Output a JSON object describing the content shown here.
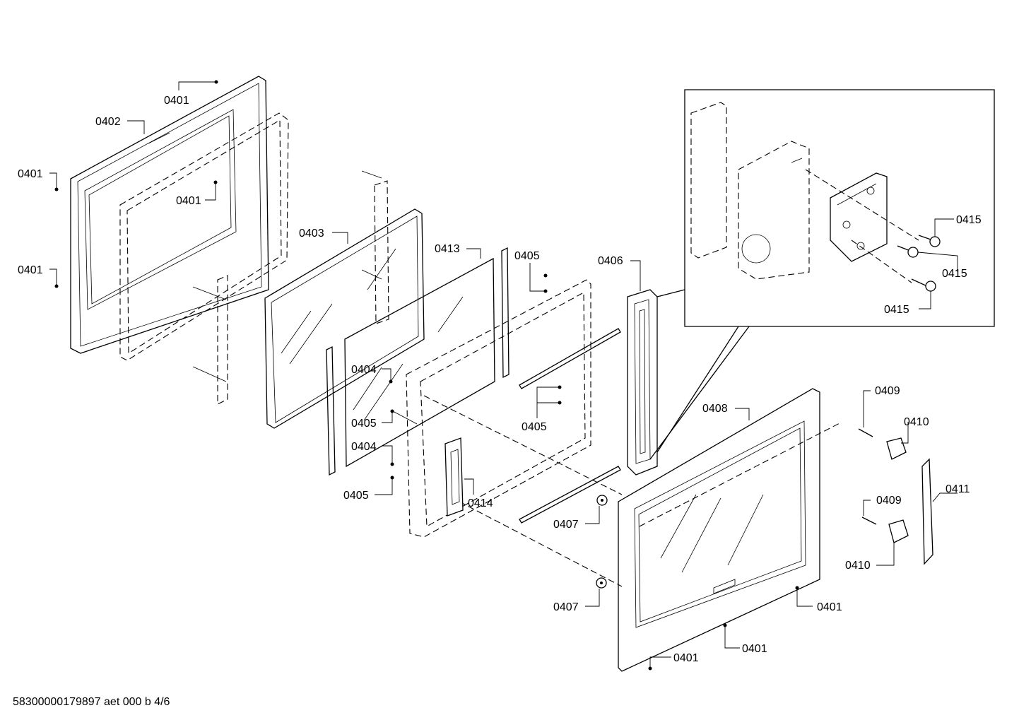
{
  "labels": {
    "p0401": "0401",
    "p0402": "0402",
    "p0403": "0403",
    "p0404": "0404",
    "p0405": "0405",
    "p0406": "0406",
    "p0407": "0407",
    "p0408": "0408",
    "p0409": "0409",
    "p0410": "0410",
    "p0411": "0411",
    "p0413": "0413",
    "p0414": "0414",
    "p0415": "0415"
  },
  "footer": {
    "document_code": "58300000179897 aet 000 b 4/6"
  }
}
